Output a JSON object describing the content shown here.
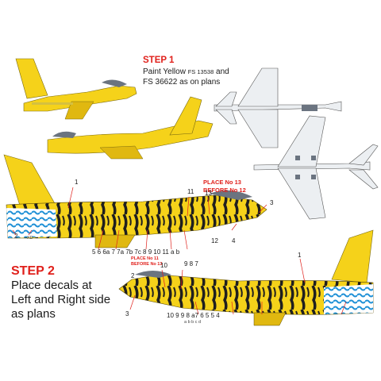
{
  "step1": {
    "title": "STEP 1",
    "line1_pre": "Paint Yellow ",
    "line1_code": "FS 13538",
    "line1_post": " and",
    "line2": "FS 36622 as on plans"
  },
  "step2": {
    "title": "STEP 2",
    "line1": "Place decals at",
    "line2": "Left and Right side",
    "line3": "as plans"
  },
  "notes": {
    "place13_a": "PLACE No 13",
    "place13_b": "BEFORE No 12",
    "place11_a": "PLACE No 11",
    "place11_b": "BEFORE No 13"
  },
  "callouts_left": {
    "n1": "1",
    "n2": "2",
    "n3": "3",
    "n4": "4",
    "n11": "11",
    "n12": "12",
    "n13": "13",
    "xd": "XD",
    "bottom_row": "5 6 6a 7 7a 7b 7c 8 9 10 11 a b"
  },
  "callouts_right": {
    "n1": "1",
    "n2": "2",
    "n3": "3",
    "n4": "4",
    "n10": "10",
    "n987": "9 8 7",
    "top_small": "10",
    "bottom_row": "10   9 9  8 a7 6 5 5 4",
    "bottom_letters": "a b   b c d"
  },
  "colors": {
    "yellow": "#f5d21a",
    "yellow_dark": "#e0b810",
    "grey": "#aab3bd",
    "grey_dark": "#6b7480",
    "stripe": "#222222",
    "accent_red": "#e0201b",
    "wave_blue": "#1e90d6"
  }
}
